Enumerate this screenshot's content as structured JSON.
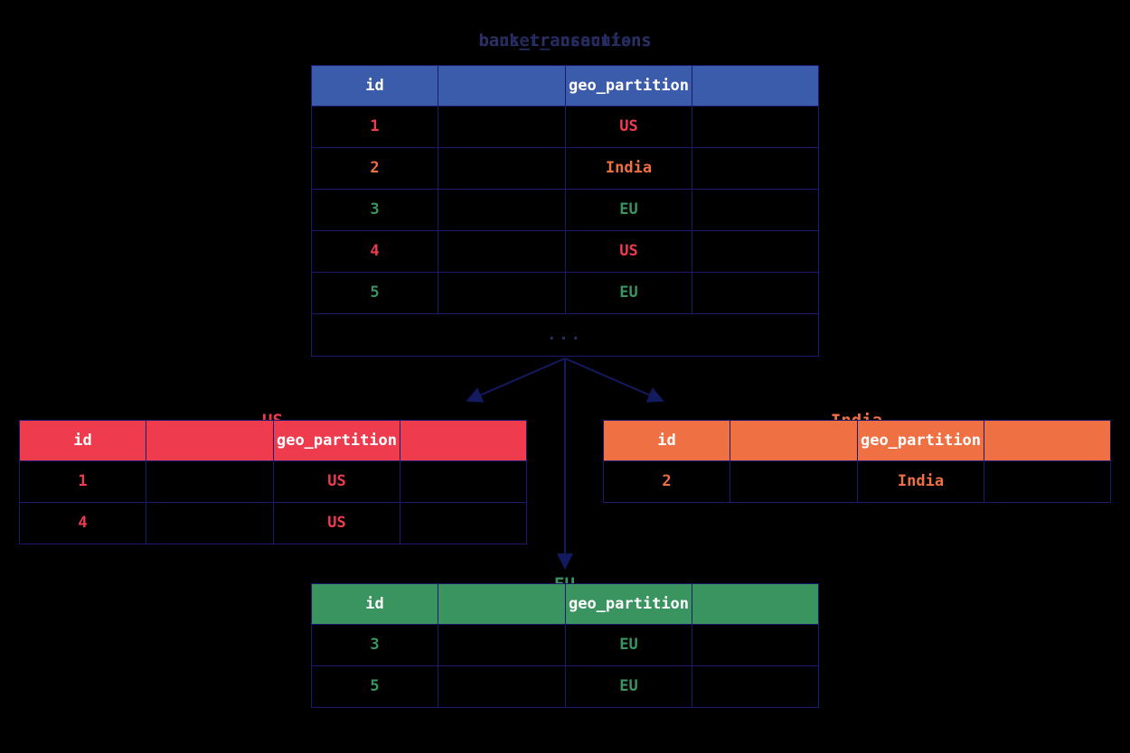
{
  "diagram": {
    "title_primary": "bank_transactions",
    "title_secondary": "user_accounts",
    "columns": [
      "id",
      "",
      "geo_partition",
      ""
    ],
    "ellipsis": "...",
    "colors": {
      "header_blue": "#3a5cab",
      "header_red": "#ee3b4e",
      "header_orange": "#ef7043",
      "header_green": "#39945f",
      "border": "#1a1a6e",
      "background": "#000000",
      "title_ink": "#2b3166"
    }
  },
  "main_table": {
    "name": "bank_transactions",
    "headers": [
      "id",
      "",
      "geo_partition",
      ""
    ],
    "rows": [
      {
        "id": "1",
        "blank1": "",
        "geo_partition": "US",
        "blank2": "",
        "color": "#ee3b4e"
      },
      {
        "id": "2",
        "blank1": "",
        "geo_partition": "India",
        "blank2": "",
        "color": "#ef7043"
      },
      {
        "id": "3",
        "blank1": "",
        "geo_partition": "EU",
        "blank2": "",
        "color": "#39945f"
      },
      {
        "id": "4",
        "blank1": "",
        "geo_partition": "US",
        "blank2": "",
        "color": "#ee3b4e"
      },
      {
        "id": "5",
        "blank1": "",
        "geo_partition": "EU",
        "blank2": "",
        "color": "#39945f"
      }
    ],
    "more_indicator": "..."
  },
  "partitions": [
    {
      "key": "us",
      "caption": "US",
      "headers": [
        "id",
        "",
        "geo_partition",
        ""
      ],
      "accent": "#ee3b4e",
      "rows": [
        {
          "id": "1",
          "blank1": "",
          "geo_partition": "US",
          "blank2": ""
        },
        {
          "id": "4",
          "blank1": "",
          "geo_partition": "US",
          "blank2": ""
        }
      ]
    },
    {
      "key": "india",
      "caption": "India",
      "headers": [
        "id",
        "",
        "geo_partition",
        ""
      ],
      "accent": "#ef7043",
      "rows": [
        {
          "id": "2",
          "blank1": "",
          "geo_partition": "India",
          "blank2": ""
        }
      ]
    },
    {
      "key": "eu",
      "caption": "EU",
      "headers": [
        "id",
        "",
        "geo_partition",
        ""
      ],
      "accent": "#39945f",
      "rows": [
        {
          "id": "3",
          "blank1": "",
          "geo_partition": "EU",
          "blank2": ""
        },
        {
          "id": "5",
          "blank1": "",
          "geo_partition": "EU",
          "blank2": ""
        }
      ]
    }
  ]
}
